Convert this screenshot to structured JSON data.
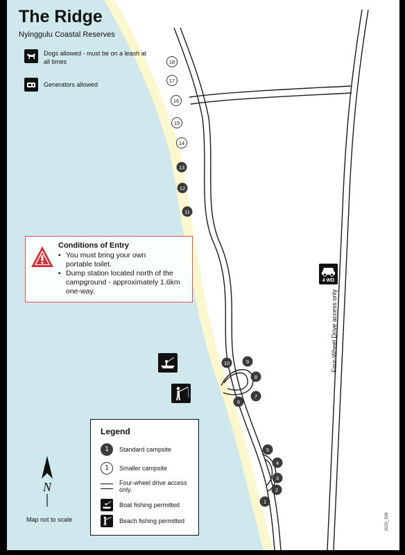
{
  "title": "The Ridge",
  "subtitle": "Nyinggulu Coastal Reserves",
  "key": {
    "dogs": {
      "text": "Dogs allowed - must be on a leash at all times",
      "icon": "dog-icon"
    },
    "generators": {
      "text": "Generators allowed",
      "icon": "generator-icon"
    }
  },
  "conditions": {
    "title": "Conditions of Entry",
    "items": [
      "You must bring your own portable toilet.",
      "Dump station located north of the campground - approximately 1.6km one-way."
    ],
    "icon": "warning-icon"
  },
  "legend": {
    "title": "Legend",
    "standard_sample": "1",
    "standard_label": "Standard campsite",
    "smaller_sample": "1",
    "smaller_label": "Smaller campsite",
    "track_label": "Four-wheel drive access only.",
    "boat_label": "Boat fishing permitted",
    "beach_label": "Beach fishing permitted"
  },
  "north": {
    "symbol": "N",
    "note": "Map not to scale"
  },
  "road_label": "Four-Wheel Drive access only",
  "fourwd_badge": "4 WD",
  "map_code": "2020_539",
  "campsites": [
    {
      "number": "1",
      "kind": "standard"
    },
    {
      "number": "2",
      "kind": "standard"
    },
    {
      "number": "3",
      "kind": "standard"
    },
    {
      "number": "4",
      "kind": "standard"
    },
    {
      "number": "5",
      "kind": "standard"
    },
    {
      "number": "6",
      "kind": "standard"
    },
    {
      "number": "7",
      "kind": "standard"
    },
    {
      "number": "8",
      "kind": "standard"
    },
    {
      "number": "9",
      "kind": "standard"
    },
    {
      "number": "10",
      "kind": "standard"
    },
    {
      "number": "11",
      "kind": "standard"
    },
    {
      "number": "12",
      "kind": "standard"
    },
    {
      "number": "13",
      "kind": "standard"
    },
    {
      "number": "14",
      "kind": "smaller"
    },
    {
      "number": "15",
      "kind": "smaller"
    },
    {
      "number": "16",
      "kind": "smaller"
    },
    {
      "number": "17",
      "kind": "smaller"
    },
    {
      "number": "18",
      "kind": "smaller"
    }
  ],
  "colors": {
    "sea": "#cfe8ee",
    "sand": "#fbf7cf",
    "standard_site": "#3a3a3a",
    "alert_red": "#d9555a",
    "track": "#1a1a1a"
  }
}
